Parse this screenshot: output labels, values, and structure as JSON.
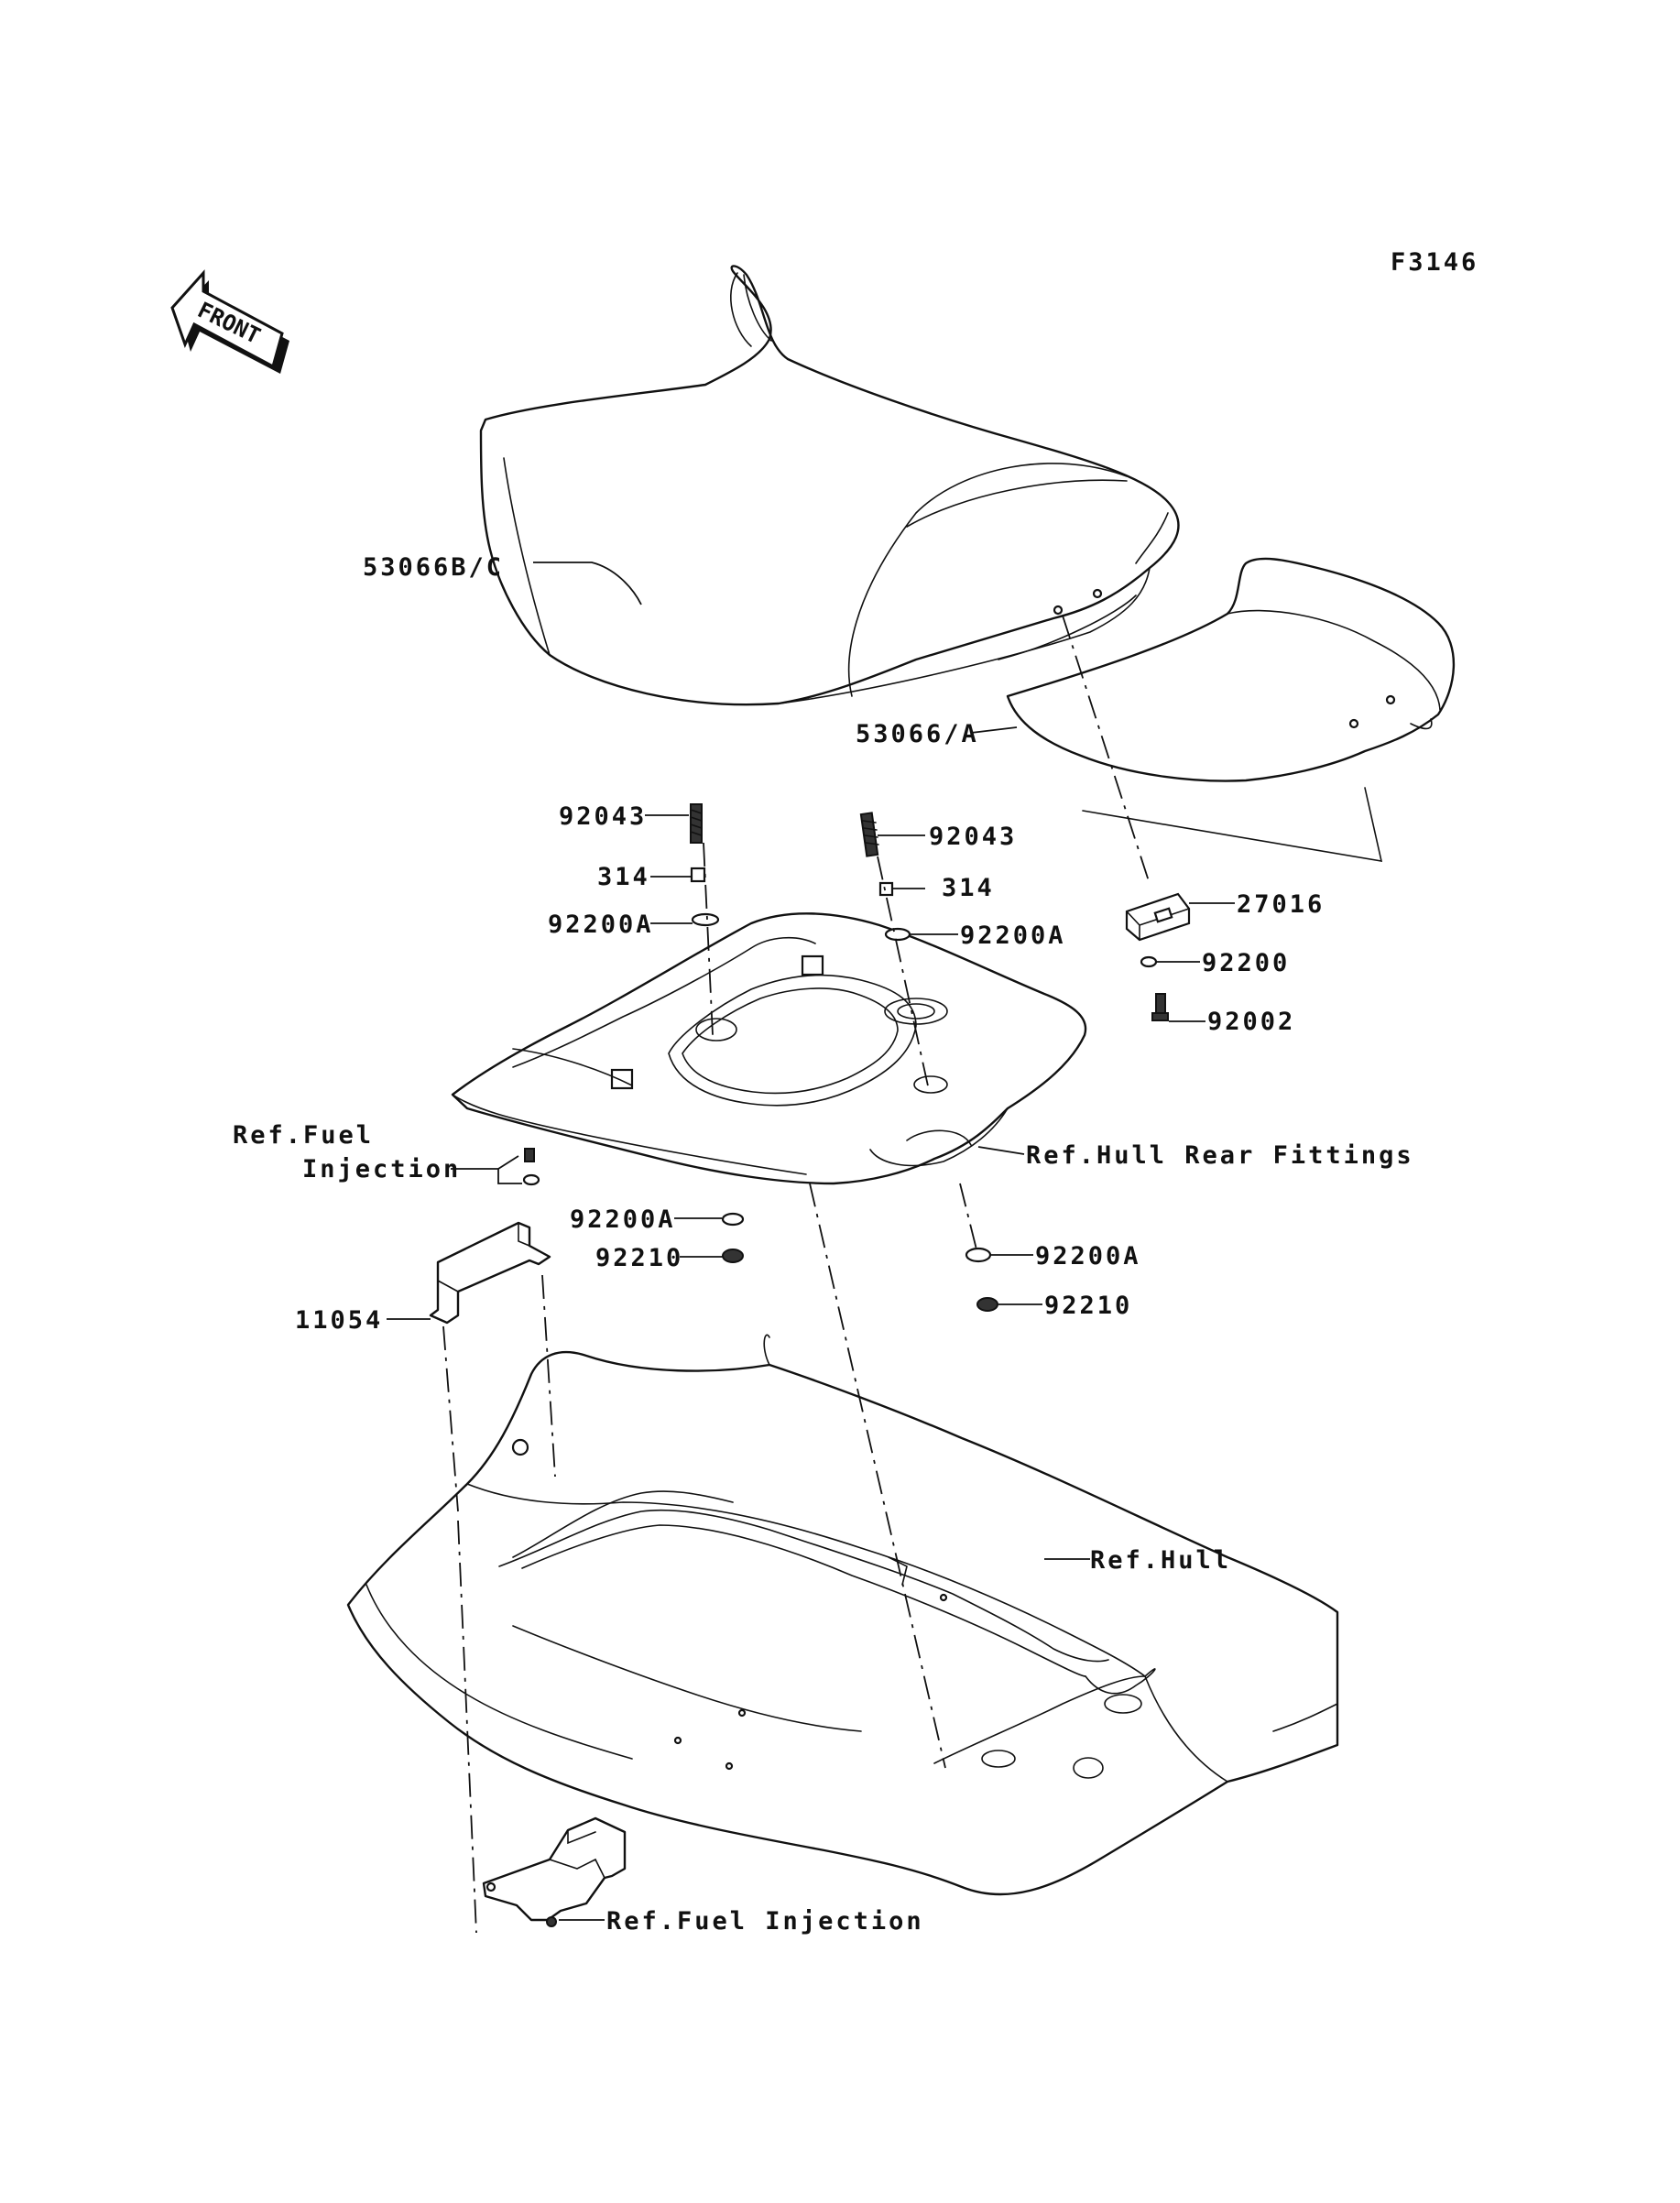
{
  "figure_code": "F3146",
  "front_arrow_label": "FRONT",
  "callouts": {
    "seat_main": "53066B/C",
    "seat_rear": "53066/A",
    "bolt_left": "92043",
    "bolt_right": "92043",
    "collar_left": "314",
    "collar_right": "314",
    "washer_a_upper_left": "92200A",
    "washer_a_upper_right": "92200A",
    "latch": "27016",
    "washer": "92200",
    "bolt_latch": "92002",
    "ref_fuel_injection_top_line1": "Ref.Fuel",
    "ref_fuel_injection_top_line2": "Injection",
    "ref_hull_rear_fittings": "Ref.Hull Rear Fittings",
    "washer_a_lower_left": "92200A",
    "nut_lower_left": "92210",
    "washer_a_lower_right": "92200A",
    "nut_lower_right": "92210",
    "bracket": "11054",
    "ref_hull": "Ref.Hull",
    "ref_fuel_injection_bottom": "Ref.Fuel Injection"
  }
}
